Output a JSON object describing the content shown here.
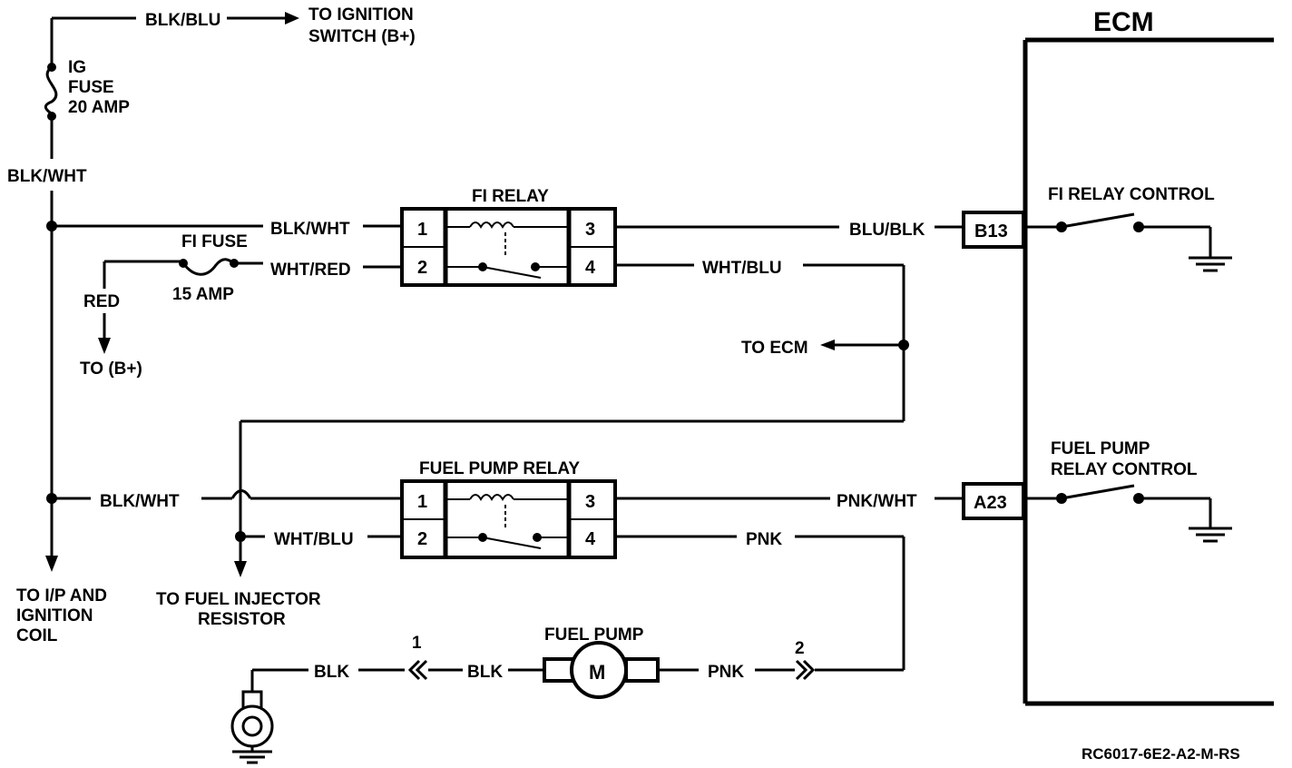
{
  "top_wire": {
    "label": "BLK/BLU",
    "dest_line1": "TO IGNITION",
    "dest_line2": "SWITCH (B+)"
  },
  "ig_fuse": {
    "line1": "IG",
    "line2": "FUSE",
    "line3": "20 AMP"
  },
  "main_feed": {
    "label": "BLK/WHT"
  },
  "fi_relay": {
    "title": "FI RELAY",
    "in_wire": "BLK/WHT",
    "fuse_wire": "WHT/RED",
    "fuse_name": "FI FUSE",
    "fuse_rating": "15 AMP",
    "out_wire_top": "BLU/BLK",
    "out_wire_bottom": "WHT/BLU",
    "pins": [
      "1",
      "2",
      "3",
      "4"
    ]
  },
  "battery_feed": {
    "wire": "RED",
    "dest": "TO (B+)"
  },
  "to_ecm": "TO ECM",
  "fuel_pump_relay": {
    "title": "FUEL PUMP RELAY",
    "in_wire": "BLK/WHT",
    "in_wire_bottom": "WHT/BLU",
    "out_wire_top": "PNK/WHT",
    "out_wire_bottom": "PNK",
    "pins": [
      "1",
      "2",
      "3",
      "4"
    ]
  },
  "dest_ip": {
    "line1": "TO I/P AND",
    "line2": "IGNITION",
    "line3": "COIL"
  },
  "dest_injector": {
    "line1": "TO FUEL INJECTOR",
    "line2": "RESISTOR"
  },
  "fuel_pump": {
    "title": "FUEL PUMP",
    "motor": "M",
    "ground_wire": "BLK",
    "left_wire": "BLK",
    "right_wire": "PNK",
    "connector_left": "1",
    "connector_right": "2"
  },
  "ecm": {
    "title": "ECM",
    "terminal_b13": "B13",
    "terminal_a23": "A23",
    "fi_control_label": "FI RELAY CONTROL",
    "fp_control_line1": "FUEL PUMP",
    "fp_control_line2": "RELAY CONTROL"
  },
  "ref_code": "RC6017-6E2-A2-M-RS"
}
